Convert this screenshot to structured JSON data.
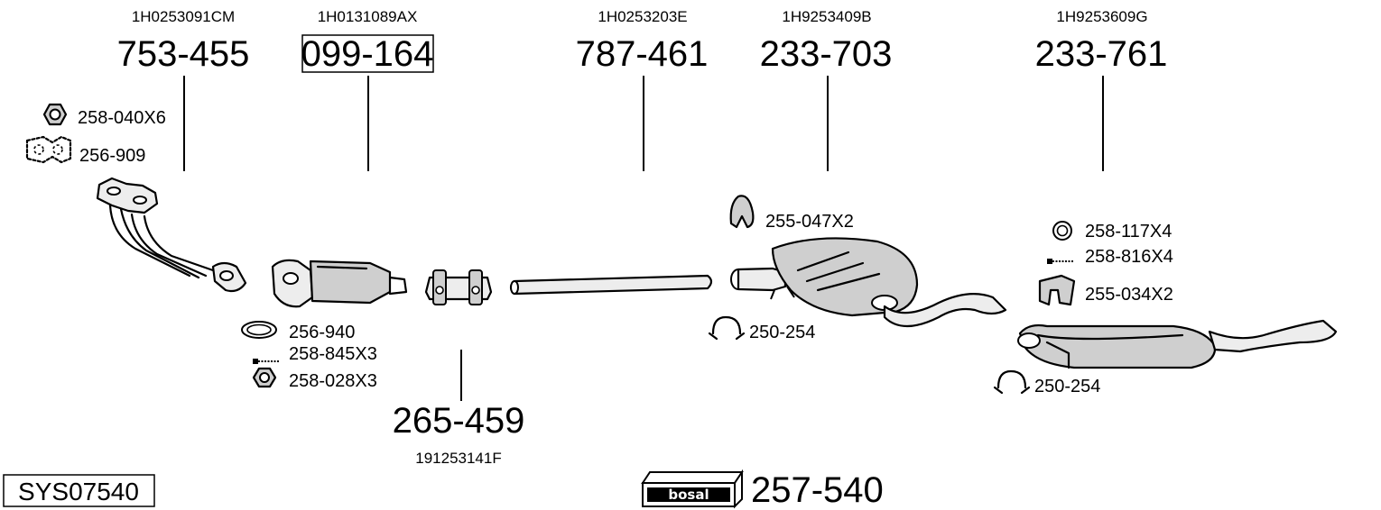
{
  "system_code": "SYS07540",
  "main_parts": [
    {
      "part": "753-455",
      "oem": "1H0253091CM"
    },
    {
      "part": "099-164",
      "oem": "1H0131089AX"
    },
    {
      "part": "787-461",
      "oem": "1H0253203E"
    },
    {
      "part": "233-703",
      "oem": "1H9253409B"
    },
    {
      "part": "233-761",
      "oem": "1H9253609G"
    },
    {
      "part": "265-459",
      "oem": "191253141F"
    }
  ],
  "accessories": {
    "nut_front": "258-040X6",
    "gasket_flange": "256-909",
    "ring_gasket": "256-940",
    "bolt_cat": "258-845X3",
    "nut_cat": "258-028X3",
    "hanger_mid": "255-047X2",
    "clamp_mid": "250-254",
    "ring_rear": "258-117X4",
    "bolt_rear": "258-816X4",
    "hanger_rear": "255-034X2",
    "clamp_rear": "250-254"
  },
  "mounting_kit": {
    "brand": "bosal",
    "part": "257-540"
  }
}
